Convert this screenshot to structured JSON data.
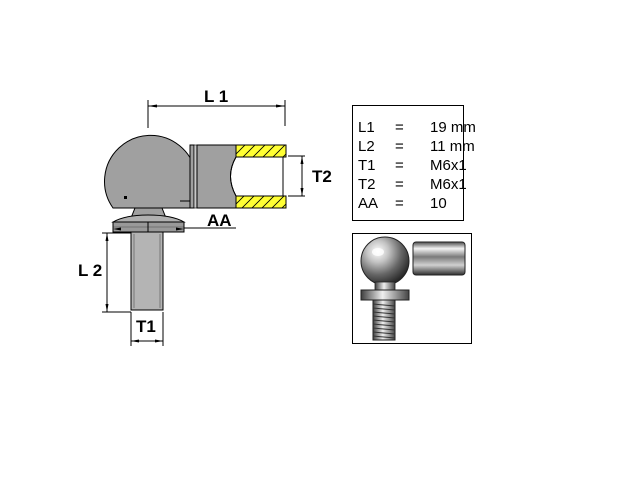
{
  "dimension_labels": {
    "l1": "L 1",
    "l2": "L 2",
    "t1": "T1",
    "t2": "T2",
    "aa": "AA"
  },
  "specs": [
    {
      "key": "L1",
      "eq": "=",
      "value": "19  mm"
    },
    {
      "key": "L2",
      "eq": "=",
      "value": "11  mm"
    },
    {
      "key": "T1",
      "eq": "=",
      "value": "M6x1"
    },
    {
      "key": "T2",
      "eq": "=",
      "value": "M6x1"
    },
    {
      "key": "AA",
      "eq": "=",
      "value": "10"
    }
  ],
  "colors": {
    "body_gray": "#a0a0a0",
    "shank_gray": "#b4b4b4",
    "section_yellow": "#ffff33",
    "outline": "#000000"
  },
  "photo": {
    "description": "chrome angle ball joint"
  }
}
